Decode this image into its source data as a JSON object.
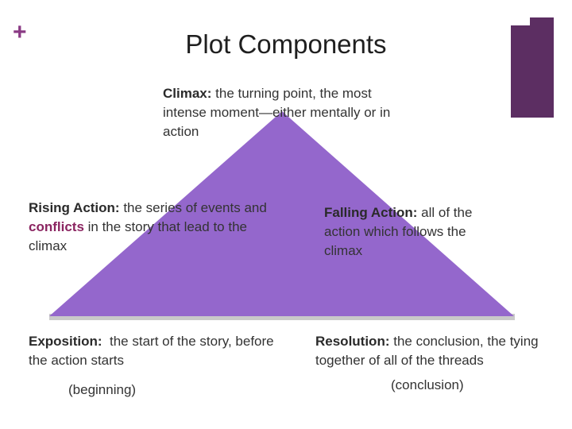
{
  "slide": {
    "plus_glyph": "+",
    "title": "Plot Components"
  },
  "colors": {
    "accent": "#8a3a84",
    "corner_bar": "#5c2e62",
    "triangle": "#9467cc",
    "baseline": "#c9c9c9",
    "keyword": "#8b2561"
  },
  "diagram": {
    "climax": {
      "term": "Climax:",
      "text": " the turning point, the most intense moment—either mentally or in action"
    },
    "rising": {
      "term": "Rising Action:",
      "text_before": " the series of events and ",
      "keyword": "conflicts",
      "text_after": " in the story that lead to the climax"
    },
    "falling": {
      "term": "Falling Action:",
      "text": " all of the action which follows the climax"
    },
    "exposition": {
      "term": "Exposition:",
      "text": "  the start of the story, before the action starts",
      "note": "(beginning)"
    },
    "resolution": {
      "term": "Resolution:",
      "text": " the conclusion, the tying together of all of the threads",
      "note": "(conclusion)"
    }
  }
}
